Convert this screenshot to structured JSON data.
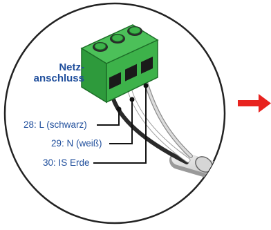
{
  "title": {
    "line1": "Netz-",
    "line2": "anschluss"
  },
  "labels": {
    "l": "28: L (schwarz)",
    "n": "29: N (weiß)",
    "pe": "30: IS Erde"
  },
  "colors": {
    "text": "#1f4e9c",
    "terminal_green": "#3db24a",
    "arrow": "#e8231f",
    "circle_stroke": "#222222",
    "leader": "#111111"
  },
  "icons": {
    "terminal": "terminal-block-icon",
    "arrow": "arrow-right-icon"
  }
}
